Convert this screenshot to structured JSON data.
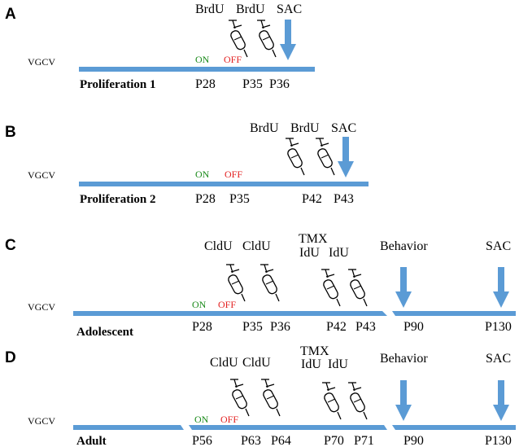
{
  "colors": {
    "timeline": "#5b9bd5",
    "on": "#1a8a1a",
    "off": "#e32222"
  },
  "panels": {
    "a": {
      "letter": "A",
      "vgcv": "VGCV",
      "name": "Proliferation 1",
      "on": "ON",
      "off": "OFF",
      "inj1": "BrdU",
      "inj2": "BrdU",
      "sac": "SAC",
      "t1": "P28",
      "t2": "P35",
      "t3": "P36"
    },
    "b": {
      "letter": "B",
      "vgcv": "VGCV",
      "name": "Proliferation 2",
      "on": "ON",
      "off": "OFF",
      "inj1": "BrdU",
      "inj2": "BrdU",
      "sac": "SAC",
      "t1": "P28",
      "t2": "P35",
      "t3": "P42",
      "t4": "P43"
    },
    "c": {
      "letter": "C",
      "vgcv": "VGCV",
      "name": "Adolescent",
      "on": "ON",
      "off": "OFF",
      "inj1": "CldU",
      "inj2": "CldU",
      "tmx": "TMX",
      "inj3": "IdU",
      "inj4": "IdU",
      "behavior": "Behavior",
      "sac": "SAC",
      "t1": "P28",
      "t2": "P35",
      "t3": "P36",
      "t4": "P42",
      "t5": "P43",
      "t6": "P90",
      "t7": "P130"
    },
    "d": {
      "letter": "D",
      "vgcv": "VGCV",
      "name": "Adult",
      "on": "ON",
      "off": "OFF",
      "inj1": "CldU",
      "inj2": "CldU",
      "tmx": "TMX",
      "inj3": "IdU",
      "inj4": "IdU",
      "behavior": "Behavior",
      "sac": "SAC",
      "t1": "P56",
      "t2": "P63",
      "t3": "P64",
      "t4": "P70",
      "t5": "P71",
      "t6": "P90",
      "t7": "P130"
    }
  }
}
